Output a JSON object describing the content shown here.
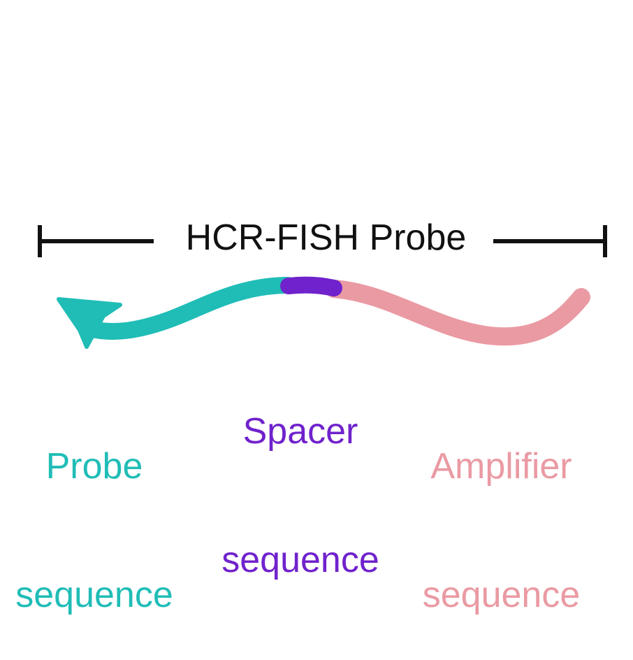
{
  "diagram": {
    "title": "HCR-FISH Probe",
    "segments": [
      {
        "id": "probe",
        "line1": "Probe",
        "line2": "sequence",
        "color": "#20bdb6"
      },
      {
        "id": "spacer",
        "line1": "Spacer",
        "line2": "sequence",
        "color": "#7022cc"
      },
      {
        "id": "amplifier",
        "line1": "Amplifier",
        "line2": "sequence",
        "color": "#ea9aa3"
      }
    ],
    "bracket_color": "#111111"
  }
}
